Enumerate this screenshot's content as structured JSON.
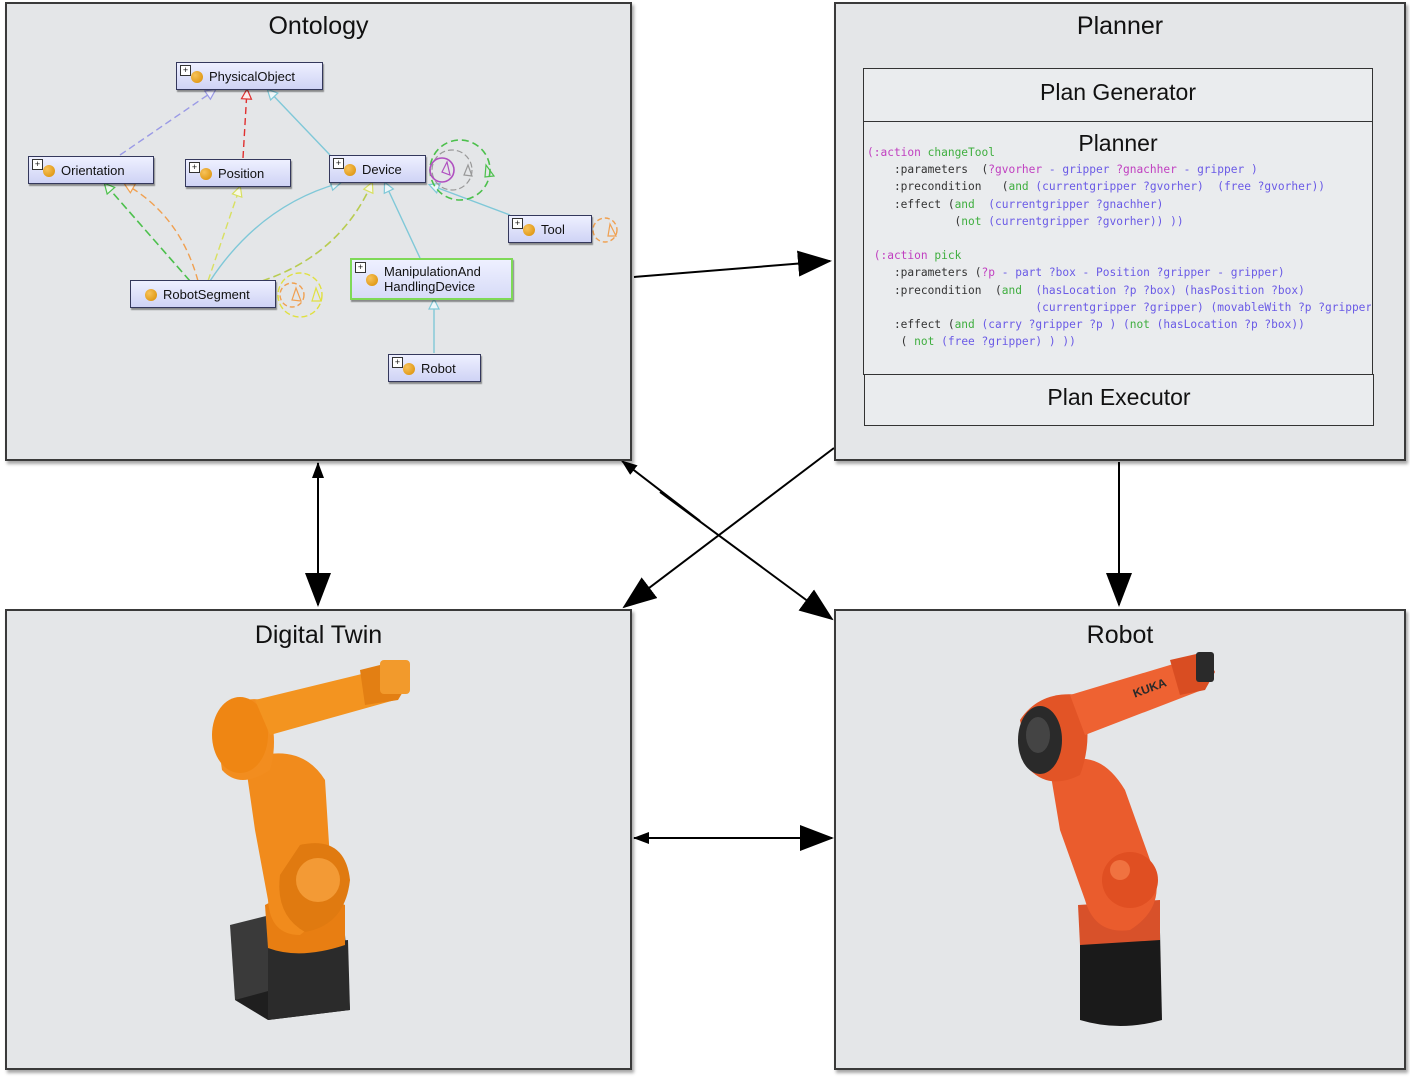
{
  "ontology": {
    "title": "Ontology",
    "nodes": {
      "physical_object": "PhysicalObject",
      "orientation": "Orientation",
      "position": "Position",
      "device": "Device",
      "tool": "Tool",
      "robot_segment": "RobotSegment",
      "manipulation": "ManipulationAnd\nHandlingDevice",
      "robot": "Robot"
    },
    "expand_glyph": "+"
  },
  "planner": {
    "title": "Planner",
    "plan_generator": "Plan Generator",
    "planner_heading": "Planner",
    "plan_executor": "Plan Executor",
    "code": {
      "l1_a": "(:action",
      "l1_b": " changeTool",
      "l2_a": "    :parameters  (",
      "l2_b": "?gvorher",
      "l2_c": " - gripper ",
      "l2_d": "?gnachher",
      "l2_e": " - gripper )",
      "l3_a": "    :precondition   (",
      "l3_b": "and",
      "l3_c": " (currentgripper ?gvorher)",
      "l3_d": "  (free ?gvorher))",
      "l4_a": "    :effect (",
      "l4_b": "and",
      "l4_c": "  (currentgripper ?gnachher)",
      "l5_a": "             (",
      "l5_b": "not",
      "l5_c": " (currentgripper ?gvorher)) ))",
      "l6_a": " (:action",
      "l6_b": " pick",
      "l7_a": "    :parameters (",
      "l7_b": "?p",
      "l7_c": " - part ?box - Position ?gripper - gripper)",
      "l8_a": "    :precondition  (",
      "l8_b": "and",
      "l8_c": "  (hasLocation ?p ?box) (hasPosition ?box)",
      "l9": "                         (currentgripper ?gripper) (movableWith ?p ?gripper",
      "l10_a": "    :effect (",
      "l10_b": "and",
      "l10_c": " (carry ?gripper ?p ) (",
      "l10_d": "not",
      "l10_e": " (hasLocation ?p ?box))",
      "l11_a": "     ( ",
      "l11_b": "not",
      "l11_c": " (free ?gripper) ) ))"
    }
  },
  "digital_twin": {
    "title": "Digital Twin"
  },
  "robot": {
    "title": "Robot",
    "brand_logo": "KUKA"
  },
  "colors": {
    "panel_bg": "#e4e6e8",
    "node_fill": "#d6daf7",
    "robot_orange_twin": "#f08a1d",
    "robot_orange_real": "#e8582a",
    "edge_blue": "#7fc8d8",
    "edge_purple_dashed": "#9a9ae6",
    "edge_red_dashed": "#e03030",
    "edge_orange_dashed": "#f0a050",
    "edge_yellow_dashed": "#d8e060",
    "edge_green_dashed": "#4cc04c"
  }
}
